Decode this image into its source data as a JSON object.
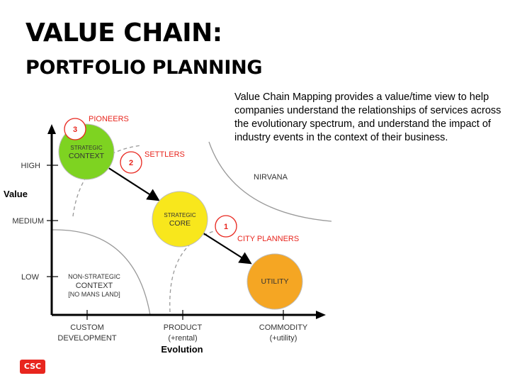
{
  "slide": {
    "title_line1": "VALUE CHAIN:",
    "title_line2": "PORTFOLIO PLANNING",
    "description": "Value Chain Mapping provides a value/time view to help companies understand the relationships of services across the evolutionary spectrum, and understand the impact of industry events in the context of their business.",
    "logo_text": "CSC"
  },
  "diagram": {
    "y_axis": {
      "label": "Value",
      "ticks": [
        "HIGH",
        "MEDIUM",
        "LOW"
      ]
    },
    "x_axis": {
      "label": "Evolution",
      "ticks": [
        {
          "line1": "CUSTOM",
          "line2": "DEVELOPMENT"
        },
        {
          "line1": "PRODUCT",
          "line2": "(+rental)"
        },
        {
          "line1": "COMMODITY",
          "line2": "(+utility)"
        }
      ]
    },
    "regions": {
      "nirvana": "NIRVANA",
      "non_strategic": {
        "line1": "NON-STRATEGIC",
        "line2": "CONTEXT",
        "line3": "[NO MANS LAND]"
      }
    },
    "nodes": {
      "strategic_context": {
        "line1": "STRATEGIC",
        "line2": "CONTEXT",
        "color": "#7ed321"
      },
      "strategic_core": {
        "line1": "STRATEGIC",
        "line2": "CORE",
        "color": "#f8e71c"
      },
      "utility": {
        "line1": "UTILITY",
        "color": "#f5a623"
      }
    },
    "markers": [
      {
        "number": "3",
        "label": "PIONEERS"
      },
      {
        "number": "2",
        "label": "SETTLERS"
      },
      {
        "number": "1",
        "label": "CITY PLANNERS"
      }
    ],
    "accent_color": "#e8261e"
  }
}
